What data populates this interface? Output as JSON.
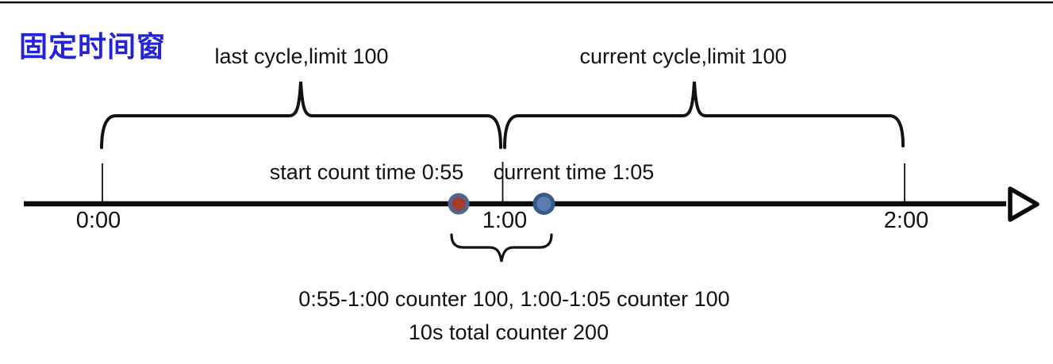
{
  "page": {
    "title": "固定时间窗",
    "title_color": "#2323d8"
  },
  "cycles": [
    {
      "label": "last cycle,limit 100"
    },
    {
      "label": "current cycle,limit 100"
    }
  ],
  "timeline": {
    "ticks": [
      {
        "label": "0:00"
      },
      {
        "label": "1:00"
      },
      {
        "label": "2:00"
      }
    ]
  },
  "markers": [
    {
      "label": "start count time 0:55",
      "fill": "#a53b2b",
      "ring": "#4b6690"
    },
    {
      "label": "current time 1:05",
      "fill": "#5b7cb0",
      "ring": "#3a5a8a"
    }
  ],
  "summary": {
    "line1": "0:55-1:00 counter 100, 1:00-1:05 counter 100",
    "line2": "10s total counter 200"
  }
}
